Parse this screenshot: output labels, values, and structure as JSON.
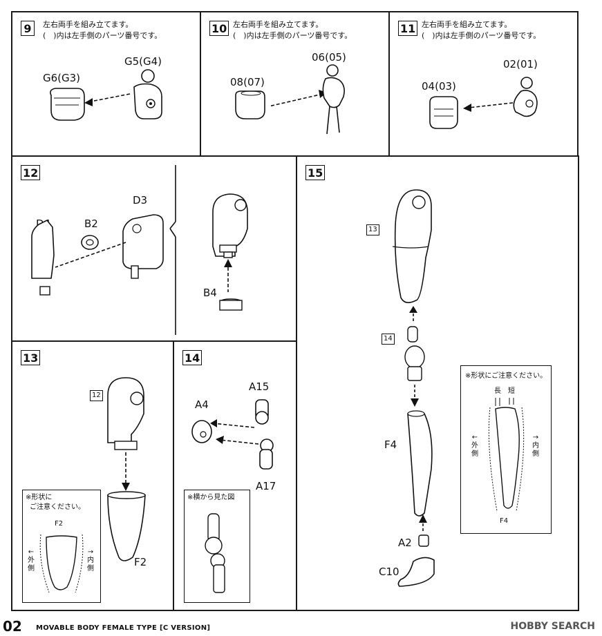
{
  "steps": {
    "s9": {
      "num": "9",
      "note1": "左右両手を組み立てます。",
      "note2": "(　)内は左手側のパーツ番号です。",
      "part_a": "G6(G3)",
      "part_b": "G5(G4)"
    },
    "s10": {
      "num": "10",
      "note1": "左右両手を組み立てます。",
      "note2": "(　)内は左手側のパーツ番号です。",
      "part_a": "08(07)",
      "part_b": "06(05)"
    },
    "s11": {
      "num": "11",
      "note1": "左右両手を組み立てます。",
      "note2": "(　)内は左手側のパーツ番号です。",
      "part_a": "04(03)",
      "part_b": "02(01)"
    },
    "s12": {
      "num": "12",
      "part_d4": "D4",
      "part_b2": "B2",
      "part_d3": "D3",
      "part_b4": "B4"
    },
    "s13": {
      "num": "13",
      "ref": "12",
      "part_f2": "F2",
      "inset_note1": "※形状に",
      "inset_note2": "ご注意ください。",
      "inset_label": "F2",
      "outer_1": "←",
      "outer_2": "外",
      "outer_3": "側",
      "inner_1": "→",
      "inner_2": "内",
      "inner_3": "側"
    },
    "s14": {
      "num": "14",
      "part_a4": "A4",
      "part_a15": "A15",
      "part_a17": "A17",
      "inset_note": "※横から見た図"
    },
    "s15": {
      "num": "15",
      "ref13": "13",
      "ref14": "14",
      "part_f4": "F4",
      "part_a2": "A2",
      "part_c10": "C10",
      "inset_note": "※形状にご注意ください。",
      "long": "長",
      "short": "短",
      "inset_label": "F4",
      "outer_1": "←",
      "outer_2": "外",
      "outer_3": "側",
      "inner_1": "→",
      "inner_2": "内",
      "inner_3": "側"
    }
  },
  "footer": {
    "page": "02",
    "title": "MOVABLE BODY FEMALE TYPE  [C VERSION]",
    "watermark": "HOBBY SEARCH"
  }
}
